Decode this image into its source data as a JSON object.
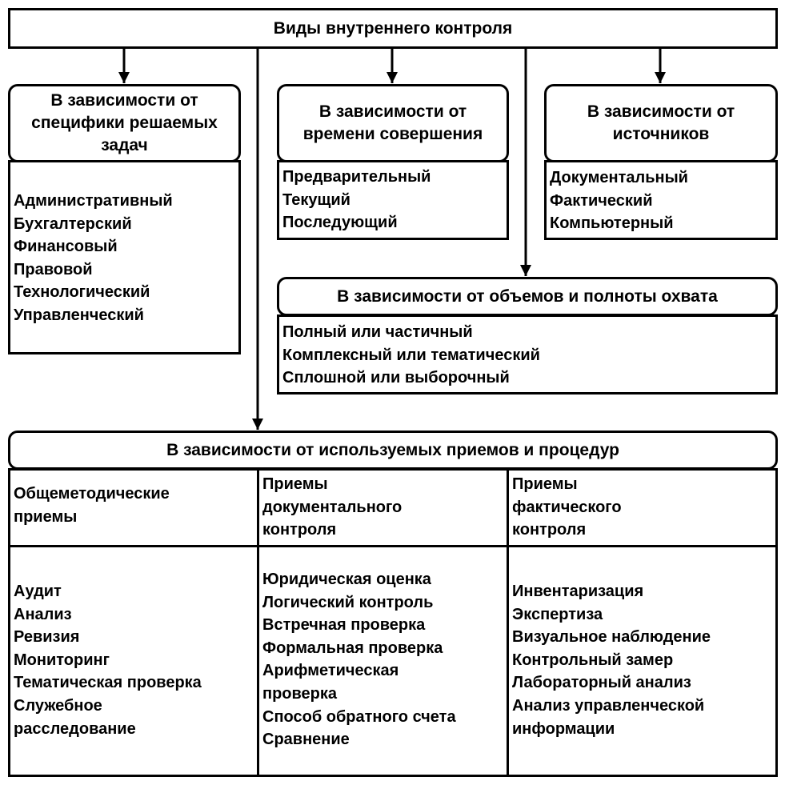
{
  "title": "Виды внутреннего контроля",
  "categories": {
    "tasks": {
      "header": [
        "В зависимости от",
        "специфики решаемых",
        "задач"
      ],
      "items": [
        "Административный",
        "Бухгалтерский",
        "Финансовый",
        "Правовой",
        "Технологический",
        "Управленческий"
      ]
    },
    "time": {
      "header": [
        "В зависимости от",
        "времени совершения"
      ],
      "items": [
        "Предварительный",
        "Текущий",
        "Последующий"
      ]
    },
    "sources": {
      "header": [
        "В зависимости от",
        "источников"
      ],
      "items": [
        "Документальный",
        "Фактический",
        "Компьютерный"
      ]
    },
    "volume": {
      "header": "В зависимости от объемов и полноты охвата",
      "items": [
        "Полный или частичный",
        "Комплексный или тематический",
        "Сплошной или выборочный"
      ]
    },
    "methods": {
      "header": "В зависимости от используемых приемов и процедур",
      "columns": [
        {
          "title": [
            "Общеметодические",
            "приемы"
          ],
          "items": [
            "Аудит",
            "Анализ",
            "Ревизия",
            "Мониторинг",
            "Тематическая проверка",
            "Служебное",
            "расследование"
          ]
        },
        {
          "title": [
            "Приемы",
            "документального",
            "контроля"
          ],
          "items": [
            "Юридическая оценка",
            "Логический контроль",
            "Встречная проверка",
            "Формальная проверка",
            "Арифметическая",
            "проверка",
            "Способ обратного счета",
            "Сравнение"
          ]
        },
        {
          "title": [
            "Приемы",
            "фактического",
            "контроля"
          ],
          "items": [
            "Инвентаризация",
            "Экспертиза",
            "Визуальное наблюдение",
            "Контрольный замер",
            "Лабораторный анализ",
            "Анализ управленческой",
            "информации"
          ]
        }
      ]
    }
  }
}
